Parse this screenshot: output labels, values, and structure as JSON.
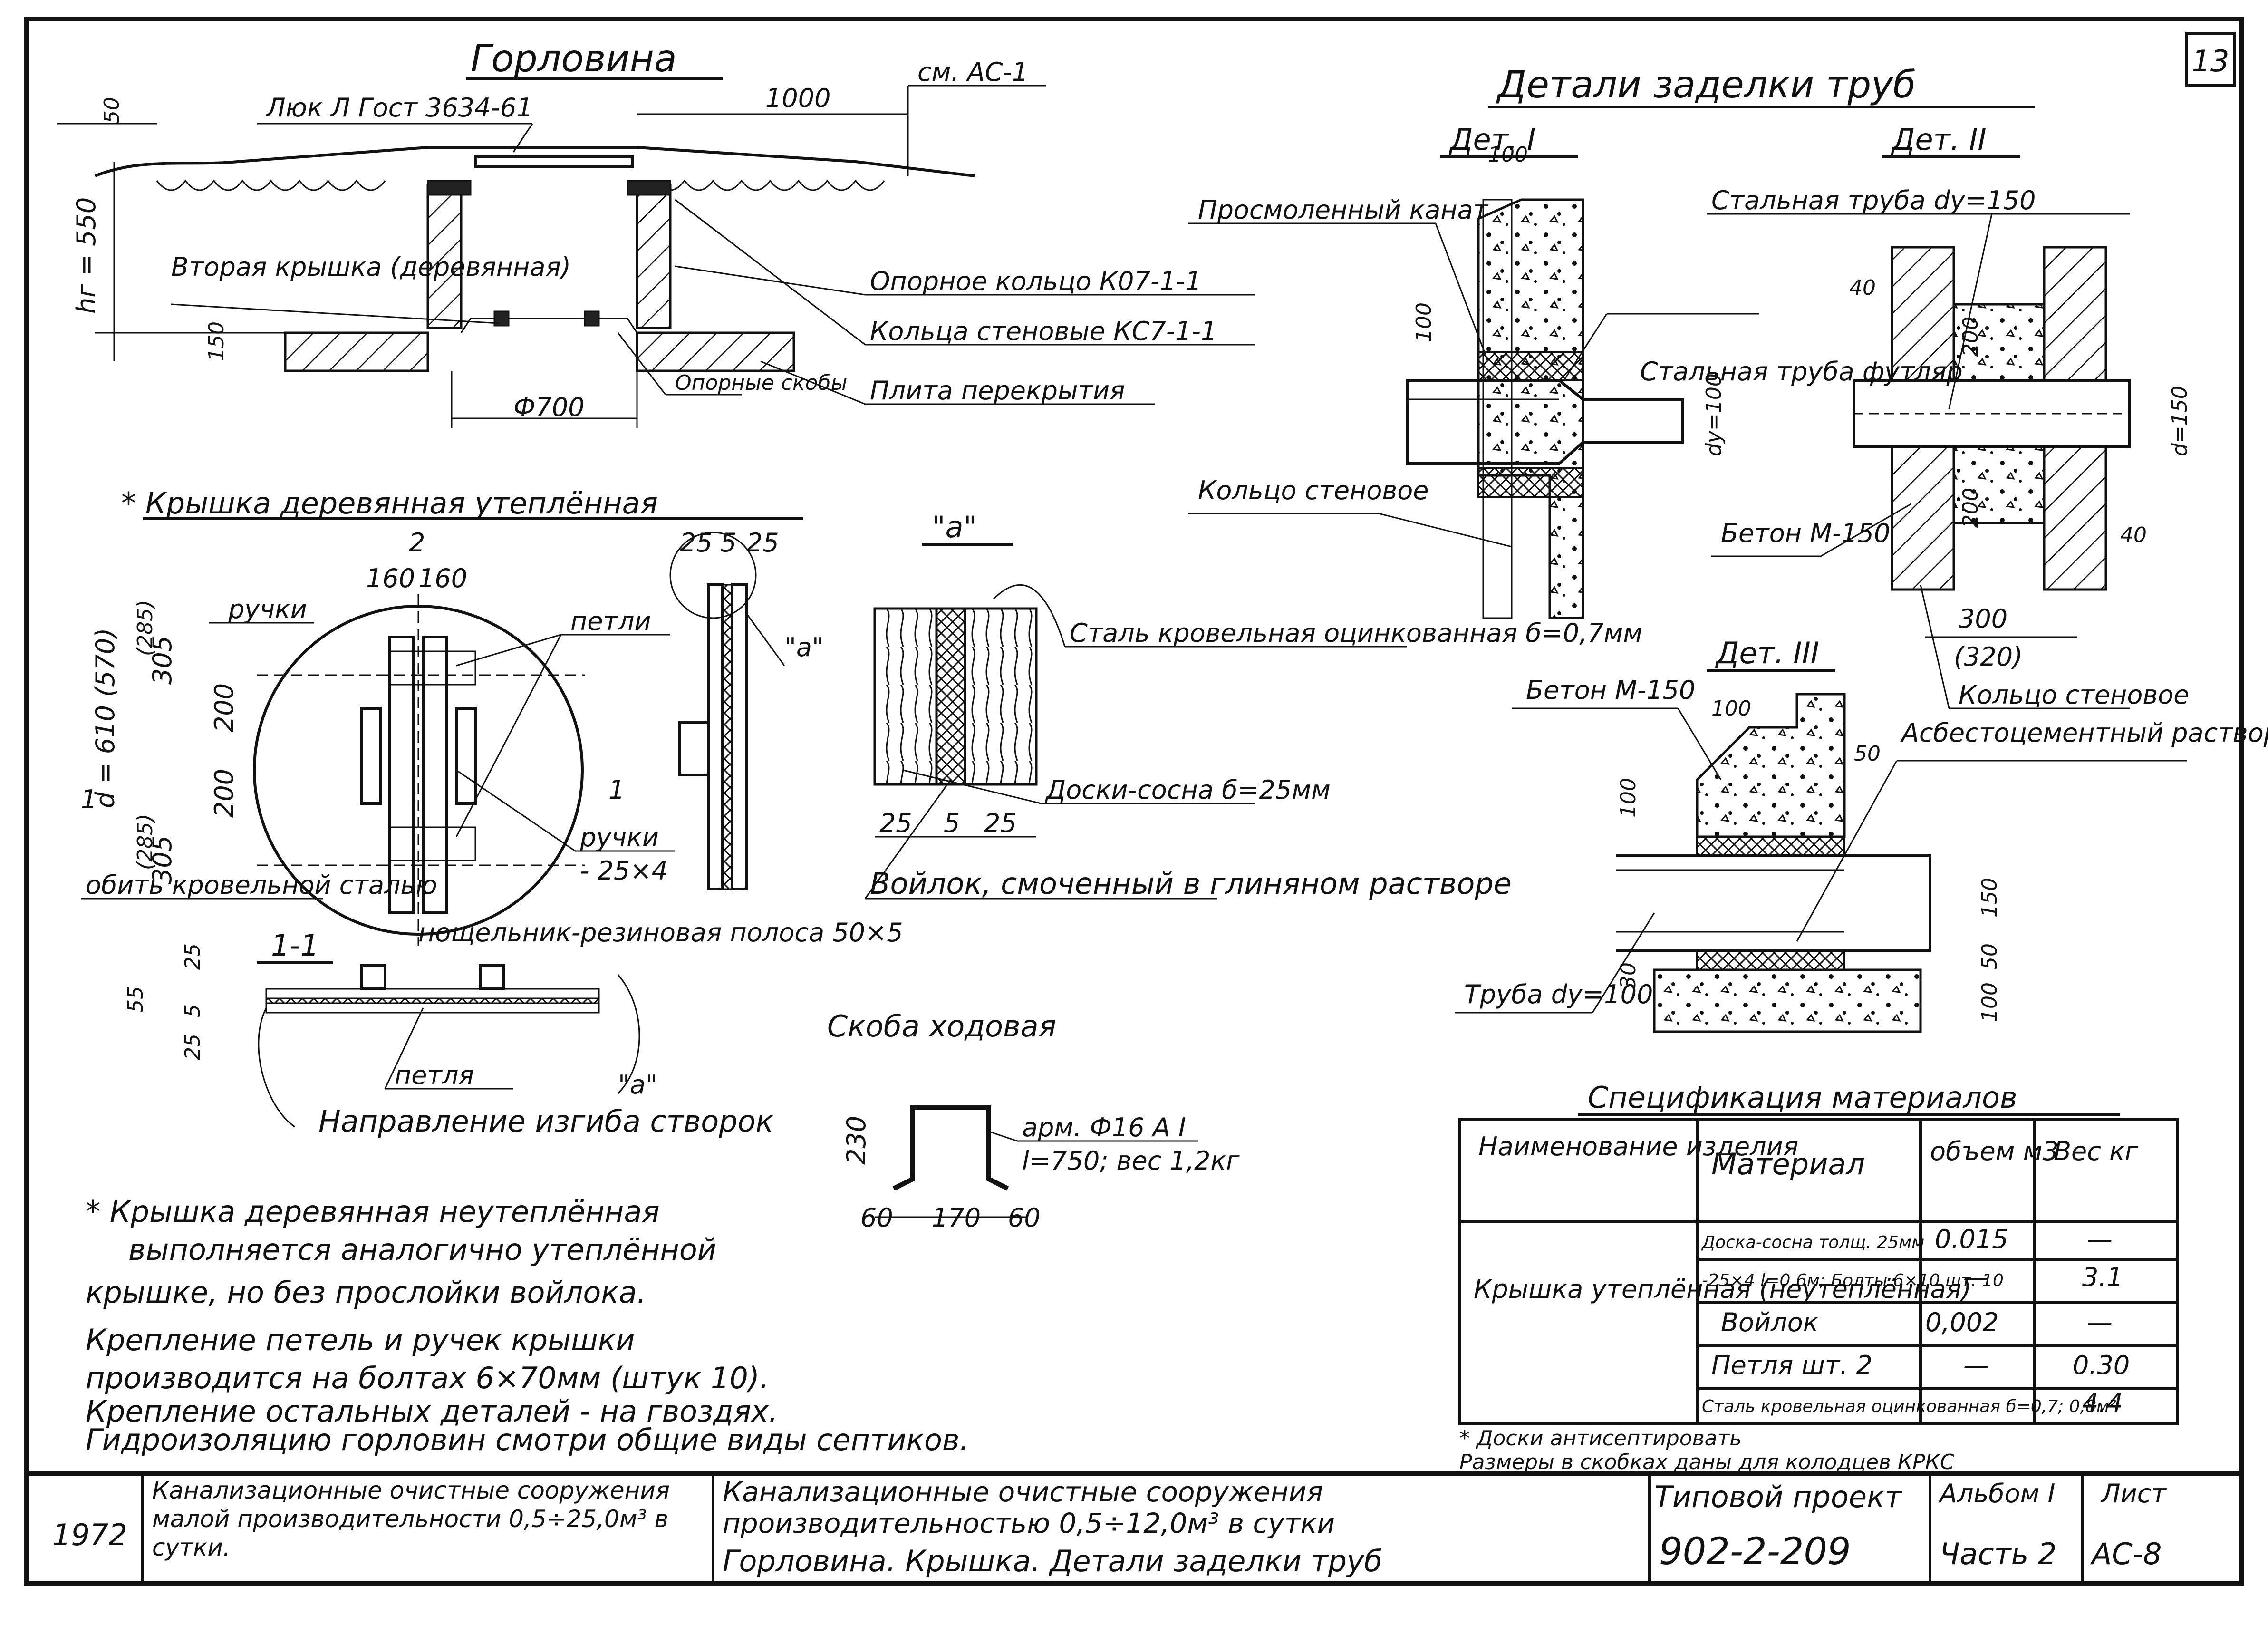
{
  "sheet_number": "13",
  "gorlovina": {
    "title": "Горловина",
    "hatch_label": "Люк Л Гост 3634-61",
    "ref_label": "см. АС-1",
    "dim_1000": "1000",
    "dim_50": "50",
    "dim_hg": "hг = 550",
    "dim_150": "150",
    "dim_d700": "Ф700",
    "second_cover": "Вторая крышка (деревянная)",
    "callouts": [
      "Опорное кольцо К07-1-1",
      "Кольца стеновые КС7-1-1",
      "Плита перекрытия"
    ],
    "brackets": "Опорные скобы"
  },
  "pipe_details": {
    "title": "Детали заделки труб",
    "det1": "Дет. I",
    "det2": "Дет. II",
    "det3": "Дет. III",
    "tarred_rope": "Просмоленный канат",
    "steel_sleeve": "Стальная труба футляр",
    "wall_ring": "Кольцо стеновое",
    "steel_pipe": "Стальная труба dy=150",
    "concrete1": "Бетон М-150",
    "concrete3": "Бетон М-150",
    "ring_wall2": "Кольцо стеновое",
    "asbestos": "Асбестоцементный раствор",
    "pipe3": "Труба dy=100",
    "dims": {
      "d1_100": "100",
      "d1_100v": "100",
      "d1_dy100": "dy=100",
      "d2_40a": "40",
      "d2_200a": "200",
      "d2_d150": "d=150",
      "d2_200b": "200",
      "d2_40b": "40",
      "d2_300": "300",
      "d2_320": "(320)",
      "d3_100": "100",
      "d3_50": "50",
      "d3_100v": "100",
      "d3_150": "150",
      "d3_50v": "50",
      "d3_30": "30",
      "d3_100b": "100"
    }
  },
  "cover": {
    "title": "* Крышка деревянная утеплённая",
    "handles": "ручки",
    "loops": "петли",
    "dim_2": "2",
    "dim_160a": "160",
    "dim_160b": "160",
    "dim_d": "d = 610 (570)",
    "dim_285a": "(285)",
    "dim_305a": "305",
    "dim_200a": "200",
    "dim_200b": "200",
    "dim_285b": "(285)",
    "dim_305b": "305",
    "section_mark": "1",
    "handles2": "ручки",
    "handle_size": "- 25×4",
    "sheathing": "обить кровельной сталью",
    "knife": "нощельник-резиновая полоса 50×5",
    "dims_edge": [
      "25",
      "5",
      "25"
    ],
    "a_label": "\"a\""
  },
  "section11": {
    "title": "1-1",
    "dims": [
      "55",
      "25",
      "5",
      "25"
    ],
    "loop": "петля",
    "a_label": "\"a\"",
    "direction": "Направление изгиба створок"
  },
  "detail_a": {
    "title": "\"a\"",
    "steel": "Сталь кровельная оцинкованная б=0,7мм",
    "boards": "Доски-сосна б=25мм",
    "felt": "Войлок, смоченный в глиняном растворе",
    "dims": [
      "25",
      "5",
      "25"
    ]
  },
  "bracket": {
    "title": "Скоба ходовая",
    "spec": "арм. Ф16 А I",
    "length": "l=750; вес 1,2кг",
    "dim_230": "230",
    "dim_60a": "60",
    "dim_170": "170",
    "dim_60b": "60"
  },
  "notes": [
    "* Крышка деревянная неутеплённая",
    "выполняется аналогично утеплённой",
    "крышке, но без прослойки войлока.",
    "Крепление петель и ручек крышки",
    "производится на болтах 6×70мм (штук 10).",
    "Крепление остальных деталей - на гвоздях.",
    "Гидроизоляцию горловин смотри общие виды септиков."
  ],
  "spec_table": {
    "title": "Спецификация материалов",
    "headers": [
      "Наименование изделия",
      "Материал",
      "объем м3",
      "Вес кг"
    ],
    "item_name": "Крышка утеплённая (неутеплённая)",
    "rows": [
      {
        "material": "Доска-сосна толщ. 25мм",
        "volume": "0.015",
        "weight": "—"
      },
      {
        "material": "-25×4 l=0,6м; Болты 6×10 шт. 10",
        "volume": "—",
        "weight": "3.1"
      },
      {
        "material": "Войлок",
        "volume": "0,002",
        "weight": "—"
      },
      {
        "material": "Петля шт. 2",
        "volume": "—",
        "weight": "0.30"
      },
      {
        "material": "Сталь кровельная оцинкованная б=0,7; 0,8м²",
        "volume": "",
        "weight": "4.4"
      }
    ],
    "footnotes": [
      "* Доски антисептировать",
      "Размеры в скобках даны для колодцев КРКС"
    ]
  },
  "title_block": {
    "year": "1972",
    "album_name": "Канализационные очистные сооружения малой производительности 0,5÷25,0м³ в сутки.",
    "project_name": "Канализационные очистные сооружения производительностью 0,5÷12,0м³ в сутки",
    "sheet_name": "Горловина. Крышка. Детали заделки труб",
    "typical_label": "Типовой проект",
    "project_code": "902-2-209",
    "album_label": "Альбом I",
    "album_part": "Часть 2",
    "sheet_label": "Лист",
    "sheet_code": "АС-8"
  }
}
